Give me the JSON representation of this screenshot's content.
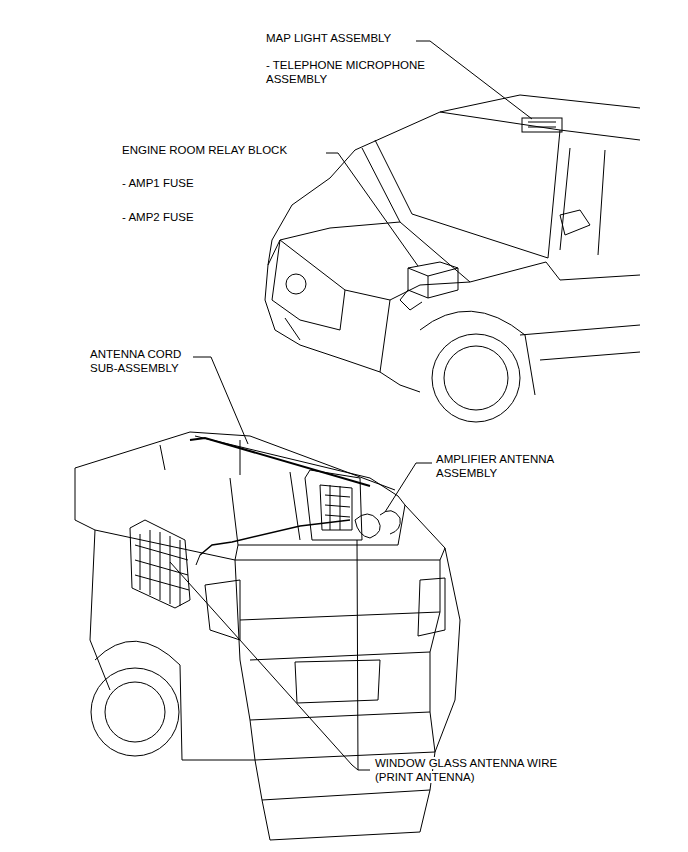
{
  "diagram": {
    "labels": [
      "MAP LIGHT ASSEMBLY",
      "- TELEPHONE MICROPHONE ASSEMBLY",
      "ENGINE ROOM RELAY BLOCK",
      "- AMP1 FUSE",
      "- AMP2 FUSE",
      "ANTENNA CORD SUB-ASSEMBLY",
      "AMPLIFIER ANTENNA ASSEMBLY",
      "WINDOW GLASS ANTENNA WIRE (PRINT ANTENNA)"
    ]
  }
}
